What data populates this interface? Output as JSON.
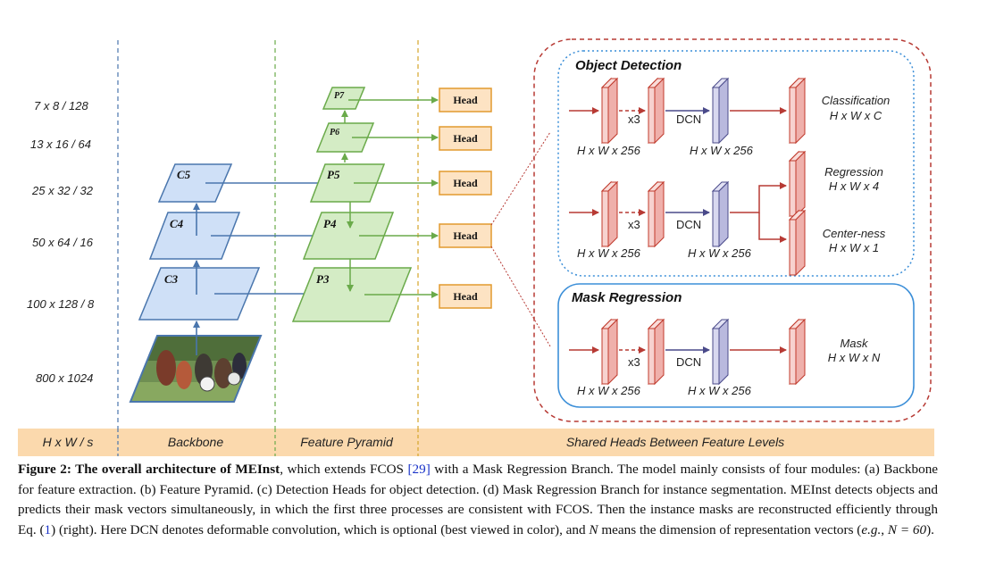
{
  "scale_labels": [
    "7 x 8 / 128",
    "13 x 16 / 64",
    "25 x 32 / 32",
    "50 x 64 / 16",
    "100 x 128 / 8",
    "800 x 1024"
  ],
  "backbone_levels": [
    "C5",
    "C4",
    "C3"
  ],
  "pyramid_levels": [
    "P7",
    "P6",
    "P5",
    "P4",
    "P3"
  ],
  "head_label": "Head",
  "bottom_bar": {
    "col1": "H x W / s",
    "col2": "Backbone",
    "col3": "Feature Pyramid",
    "col4": "Shared Heads Between Feature Levels"
  },
  "object_detection": {
    "title": "Object Detection",
    "repeat": "x3",
    "dcn": "DCN",
    "dim": "H x W x 256",
    "classification": [
      "Classification",
      "H x W x C"
    ],
    "regression": [
      "Regression",
      "H x W x 4"
    ],
    "centerness": [
      "Center-ness",
      "H x W x 1"
    ]
  },
  "mask_regression": {
    "title": "Mask Regression",
    "repeat": "x3",
    "dcn": "DCN",
    "dim": "H x W x 256",
    "output": [
      "Mask",
      "H x W x N"
    ]
  },
  "caption": {
    "fig_label": "Figure 2:",
    "bold_text": " The overall architecture of MEInst",
    "t1": ", which extends FCOS ",
    "cite1": "[29]",
    "t2": " with a Mask Regression Branch. The model mainly consists of four modules: (a) Backbone for feature extraction. (b) Feature Pyramid. (c) Detection Heads for object detection. (d) Mask Regression Branch for instance segmentation. MEInst detects objects and predicts their mask vectors simultaneously, in which the first three processes are consistent with FCOS. Then the instance masks are reconstructed efficiently through Eq. (",
    "cite2": "1",
    "t3": ") (right).  Here DCN denotes deformable convolution, which is optional (best viewed in color), and ",
    "n_symbol": "N",
    "t4": " means the dimension of representation vectors (",
    "eg": "e.g.",
    "t5": ", ",
    "n_eq": "N = 60",
    "t6": ")."
  },
  "colors": {
    "backbone_fill": "#cfe0f7",
    "backbone_stroke": "#4a76ad",
    "pyramid_fill": "#d4ecc5",
    "pyramid_stroke": "#6aaa4a",
    "head_fill": "#fde3c3",
    "head_stroke": "#e29a2e",
    "conv_fill": "#f4c0bd",
    "conv_stroke": "#c0392b",
    "dcn_fill": "#c6c6e6",
    "dcn_stroke": "#4a4a8a",
    "bar_fill": "#fbd9ad",
    "od_border": "#3c8fd8",
    "outer_border": "#b73a34"
  }
}
